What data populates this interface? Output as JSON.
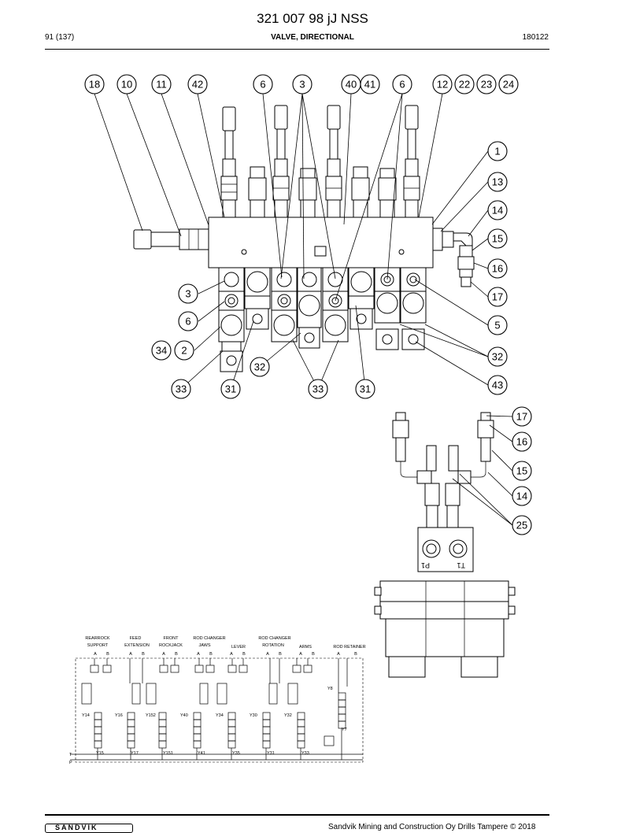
{
  "header": {
    "doc_title": "321 007 98 jJ NSS",
    "page": "91 (137)",
    "section": "VALVE, DIRECTIONAL",
    "date": "180122"
  },
  "footer": {
    "logo": "SANDVIK",
    "copyright": "Sandvik Mining and Construction Oy Drills Tampere © 2018"
  },
  "callouts": {
    "c18": "18",
    "c10": "10",
    "c11": "11",
    "c42": "42",
    "c6a": "6",
    "c3a": "3",
    "c40": "40",
    "c41": "41",
    "c6b": "6",
    "c12": "12",
    "c22": "22",
    "c23": "23",
    "c24": "24",
    "c1": "1",
    "c13": "13",
    "c14a": "14",
    "c15a": "15",
    "c16a": "16",
    "c17a": "17",
    "c5": "5",
    "c32a": "32",
    "c43": "43",
    "c3b": "3",
    "c6c": "6",
    "c34": "34",
    "c2": "2",
    "c32b": "32",
    "c33a": "33",
    "c31a": "31",
    "c33b": "33",
    "c31b": "31",
    "c17b": "17",
    "c16b": "16",
    "c15b": "15",
    "c14b": "14",
    "c25": "25"
  },
  "port_labels": {
    "p1": "P1",
    "t1": "T1"
  },
  "schematic": {
    "functions": [
      {
        "line1": "REARROCK",
        "line2": "SUPPORT"
      },
      {
        "line1": "FEED",
        "line2": "EXTENSION"
      },
      {
        "line1": "FRONT",
        "line2": "ROCKJACK"
      },
      {
        "line1": "ROD CHANGER",
        "line2": "JAWS"
      },
      {
        "line1": "",
        "line2": "LEVER"
      },
      {
        "line1": "ROD CHANGER",
        "line2": "ROTATION"
      },
      {
        "line1": "",
        "line2": "ARMS"
      },
      {
        "line1": "",
        "line2": "ROD RETAINER"
      }
    ],
    "port_a": "A",
    "port_b": "B",
    "solenoids_upper": [
      "Y14",
      "Y16",
      "Y152",
      "Y40",
      "Y34",
      "Y30",
      "Y32",
      "Y8"
    ],
    "solenoids_lower": [
      "Y15",
      "Y17",
      "Y151",
      "Y41",
      "Y35",
      "Y31",
      "Y33",
      "Y7"
    ],
    "line_t": "T",
    "line_p": "P"
  }
}
